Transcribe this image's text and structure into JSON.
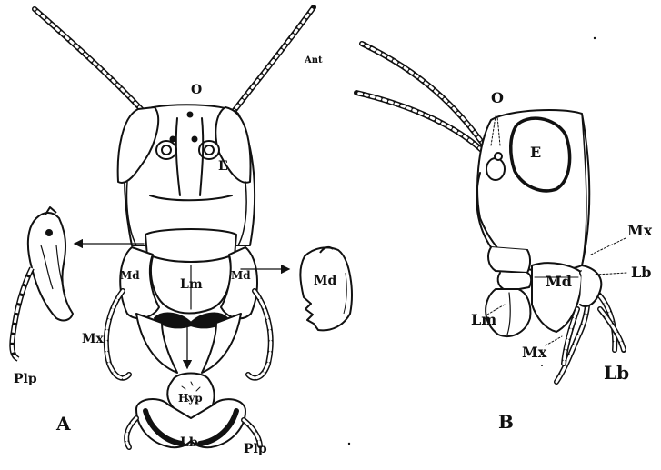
{
  "figure": {
    "panel_a": {
      "letter": "A",
      "labels": {
        "antenna": "Ant",
        "ocellus": "O",
        "eye": "E",
        "labrum": "Lm",
        "mandible_left": "Md",
        "mandible_right": "Md",
        "mandible_detached": "Md",
        "maxilla": "Mx",
        "maxillary_palp": "Plp",
        "hypopharynx": "Hyp",
        "labium": "Lb",
        "labial_palp": "Plp"
      }
    },
    "panel_b": {
      "letter": "B",
      "labels": {
        "ocellus": "O",
        "eye": "E",
        "maxilla_upper": "Mx",
        "labium_upper": "Lb",
        "mandible": "Md",
        "labrum": "Lm",
        "maxilla_lower": "Mx",
        "labium_lower": "Lb"
      }
    }
  },
  "style": {
    "ink": "#111111",
    "paper": "#ffffff"
  }
}
